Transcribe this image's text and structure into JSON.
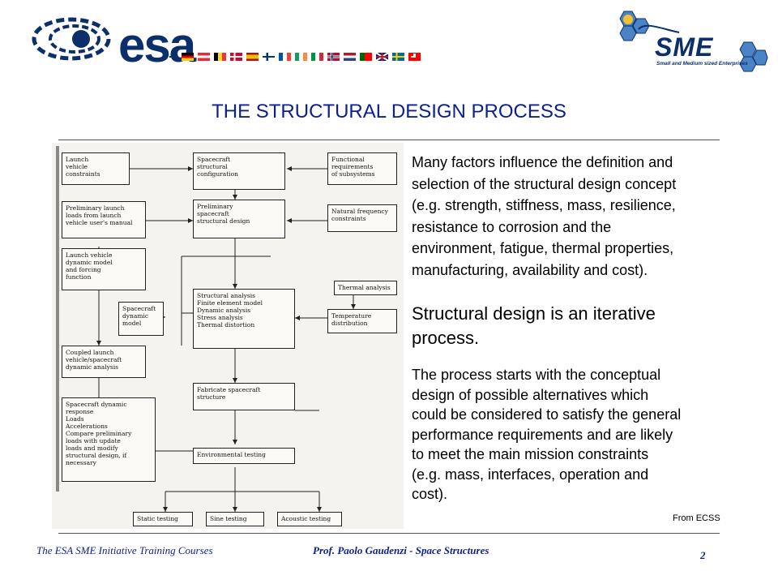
{
  "header": {
    "esa_logo_text": "esa",
    "sme_logo_text": "SME",
    "sme_logo_subtitle": "Small and Medium sized Enterprises",
    "flags": [
      {
        "country": "germany",
        "colors": [
          "#000000",
          "#dd0000",
          "#ffce00"
        ]
      },
      {
        "country": "austria",
        "colors": [
          "#ed2939",
          "#ffffff",
          "#ed2939"
        ]
      },
      {
        "country": "belgium",
        "colors": [
          "#000000",
          "#fdda24",
          "#ef3340"
        ]
      },
      {
        "country": "denmark",
        "colors": [
          "#c60c30",
          "#ffffff"
        ]
      },
      {
        "country": "spain",
        "colors": [
          "#aa151b",
          "#f1bf00",
          "#aa151b"
        ]
      },
      {
        "country": "finland",
        "colors": [
          "#ffffff",
          "#003580"
        ]
      },
      {
        "country": "france",
        "colors": [
          "#0055a4",
          "#ffffff",
          "#ef4135"
        ]
      },
      {
        "country": "ireland",
        "colors": [
          "#169b62",
          "#ffffff",
          "#ff883e"
        ]
      },
      {
        "country": "italy",
        "colors": [
          "#009246",
          "#ffffff",
          "#ce2b37"
        ]
      },
      {
        "country": "norway",
        "colors": [
          "#ba0c2f",
          "#ffffff",
          "#00205b"
        ]
      },
      {
        "country": "netherlands",
        "colors": [
          "#ae1c28",
          "#ffffff",
          "#21468b"
        ]
      },
      {
        "country": "portugal",
        "colors": [
          "#006600",
          "#ff0000"
        ]
      },
      {
        "country": "united-kingdom",
        "colors": [
          "#012169",
          "#ffffff",
          "#c8102e"
        ]
      },
      {
        "country": "sweden",
        "colors": [
          "#006aa7",
          "#fecc00"
        ]
      },
      {
        "country": "switzerland",
        "colors": [
          "#ff0000",
          "#ffffff"
        ]
      }
    ]
  },
  "title": "THE STRUCTURAL DESIGN PROCESS",
  "diagram": {
    "boxes": {
      "launch_vehicle_constraints": "Launch\nvehicle\nconstraints",
      "spacecraft_structural_configuration": "Spacecraft\nstructural\nconfiguration",
      "functional_requirements": "Functional\nrequirements\nof subsystems",
      "preliminary_launch_loads": "Preliminary launch\nloads from launch\nvehicle user's manual",
      "preliminary_structural_design": "Preliminary\nspacecraft\nstructural design",
      "natural_frequency_constraints": "Natural frequency\nconstraints",
      "launch_vehicle_dynamic_model": "Launch vehicle\ndynamic model\nand forcing\nfunction",
      "thermal_analysis": "Thermal analysis",
      "spacecraft_dynamic_model": "Spacecraft\ndynamic\nmodel",
      "structural_analysis": "Structural analysis\n   Finite element model\n   Dynamic analysis\n   Stress analysis\n   Thermal distortion",
      "temperature_distribution": "Temperature\ndistribution",
      "coupled_launch_analysis": "Coupled launch\nvehicle/spacecraft\ndynamic analysis",
      "fabricate_structure": "Fabricate spacecraft\nstructure",
      "spacecraft_dynamic_response": "Spacecraft dynamic\nresponse\n   Loads\n   Accelerations\nCompare preliminary\nloads with update\nloads and modify\nstructural design, if\nnecessary",
      "environmental_testing": "Environmental testing",
      "static_testing": "Static testing",
      "sine_testing": "Sine testing",
      "acoustic_testing": "Acoustic testing"
    }
  },
  "body": {
    "paragraph1": "Many factors influence the definition and\nselection of the structural design concept\n(e.g. strength, stiffness, mass, resilience,\nresistance to corrosion and the\nenvironment, fatigue, thermal properties,\nmanufacturing, availability and cost).",
    "paragraph2": "Structural design is an iterative\nprocess.",
    "paragraph3": "The process starts with the conceptual\ndesign of possible alternatives which\ncould be considered to satisfy the general\nperformance requirements and are likely\nto meet the main mission constraints\n(e.g. mass, interfaces, operation and\ncost).",
    "source": "From ECSS"
  },
  "footer": {
    "course": "The ESA SME Initiative Training Courses",
    "author": "Prof. Paolo Gaudenzi  -  Space Structures",
    "page_number": "2"
  }
}
